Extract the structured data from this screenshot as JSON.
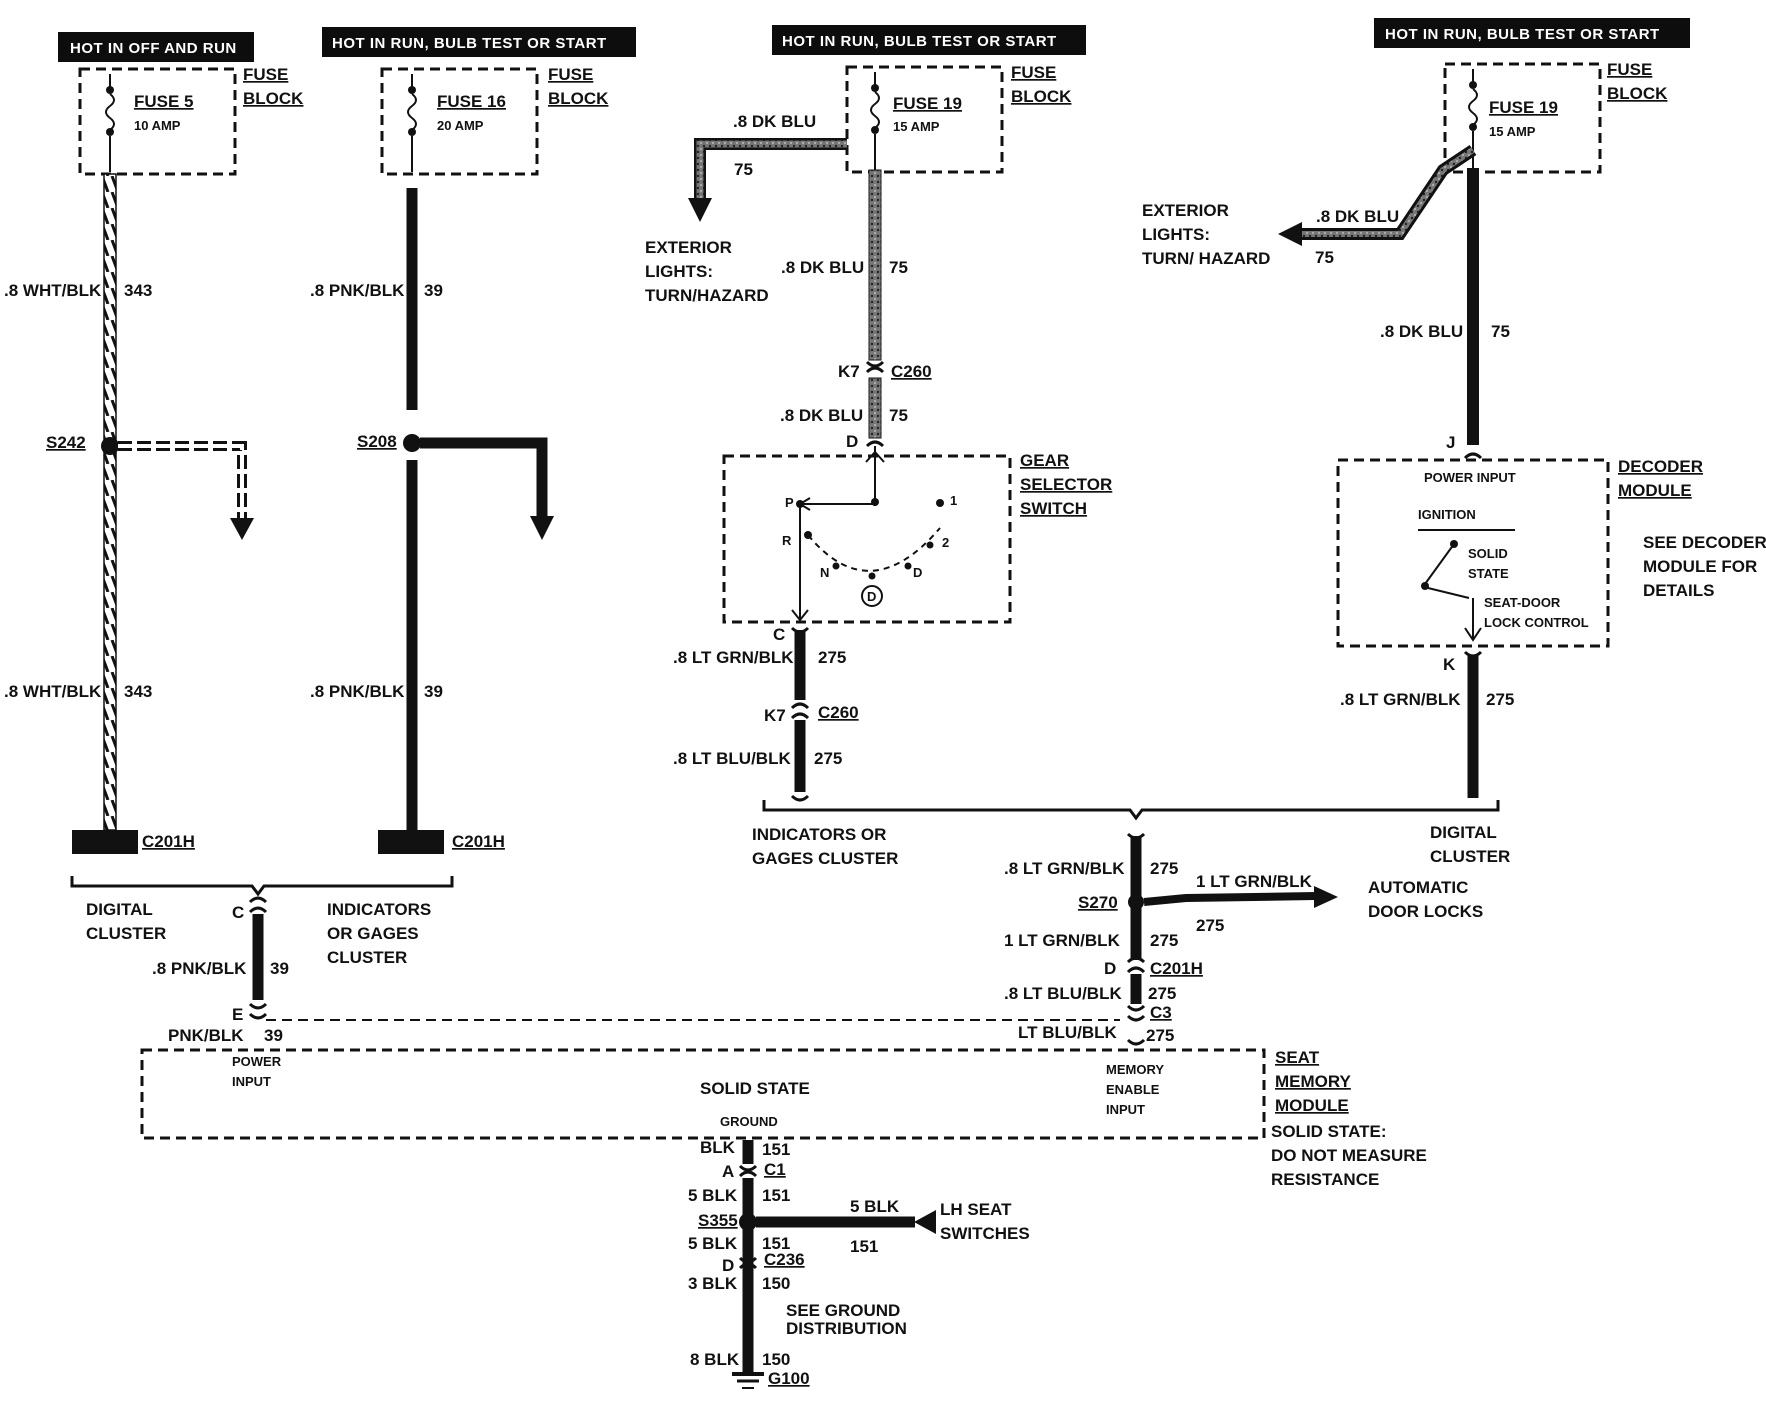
{
  "headers": {
    "h1": "HOT IN OFF AND RUN",
    "h2": "HOT IN RUN, BULB TEST OR START",
    "h3": "HOT IN RUN, BULB TEST OR START",
    "h4": "HOT IN RUN, BULB TEST OR START"
  },
  "fuses": {
    "f1_name": "FUSE 5",
    "f1_amp": "10 AMP",
    "f2_name": "FUSE 16",
    "f2_amp": "20 AMP",
    "f3_name": "FUSE 19",
    "f3_amp": "15 AMP",
    "f4_name": "FUSE 19",
    "f4_amp": "15 AMP",
    "block_line1": "FUSE",
    "block_line2": "BLOCK"
  },
  "col1": {
    "wire_top": ".8 WHT/BLK",
    "circuit_top": "343",
    "splice": "S242",
    "wire_bot": ".8 WHT/BLK",
    "circuit_bot": "343",
    "connector": "C201H"
  },
  "col2": {
    "wire_top": ".8 PNK/BLK",
    "circuit_top": "39",
    "splice": "S208",
    "wire_bot": ".8 PNK/BLK",
    "circuit_bot": "39",
    "connector": "C201H"
  },
  "bottom_left": {
    "digital_cluster_1": "DIGITAL",
    "digital_cluster_2": "CLUSTER",
    "pin_c": "C",
    "indicators_1": "INDICATORS",
    "indicators_2": "OR GAGES",
    "indicators_3": "CLUSTER",
    "wire": ".8 PNK/BLK",
    "circuit": "39",
    "pin_e": "E",
    "pwr_wire": "PNK/BLK",
    "pwr_circuit": "39"
  },
  "col3": {
    "branch_wire": ".8 DK BLU",
    "branch_circuit": "75",
    "ext1": "EXTERIOR",
    "ext2": "LIGHTS:",
    "ext3": "TURN/HAZARD",
    "wire1": ".8 DK BLU",
    "circuit1": "75",
    "k7": "K7",
    "c260": "C260",
    "wire2": ".8 DK BLU",
    "circuit2": "75",
    "pin_d": "D",
    "gear1": "GEAR",
    "gear2": "SELECTOR",
    "gear3": "SWITCH",
    "pos_p": "P",
    "pos_r": "R",
    "pos_n": "N",
    "pos_d": "D",
    "pos_d2": "D",
    "pos_2": "2",
    "pos_1": "1",
    "pin_c": "C",
    "wire3": ".8 LT GRN/BLK",
    "circuit3": "275",
    "k7b": "K7",
    "c260b": "C260",
    "wire4": ".8 LT BLU/BLK",
    "circuit4": "275",
    "ind1": "INDICATORS OR",
    "ind2": "GAGES CLUSTER"
  },
  "col4": {
    "ext1": "EXTERIOR",
    "ext2": "LIGHTS:",
    "ext3": "TURN/ HAZARD",
    "branch_wire": ".8 DK BLU",
    "branch_circuit": "75",
    "wire1": ".8 DK BLU",
    "circuit1": "75",
    "pin_j": "J",
    "power_input": "POWER INPUT",
    "ignition": "IGNITION",
    "solid": "SOLID",
    "state": "STATE",
    "seat_door": "SEAT-DOOR",
    "lock_control": "LOCK CONTROL",
    "decoder1": "DECODER",
    "decoder2": "MODULE",
    "see1": "SEE DECODER",
    "see2": "MODULE FOR",
    "see3": "DETAILS",
    "pin_k": "K",
    "wire2": ".8 LT GRN/BLK",
    "circuit2": "275",
    "digital1": "DIGITAL",
    "digital2": "CLUSTER"
  },
  "mid_right": {
    "wire1": ".8 LT GRN/BLK",
    "circuit1": "275",
    "splice": "S270",
    "branch_wire": "1 LT GRN/BLK",
    "branch_circuit": "275",
    "auto1": "AUTOMATIC",
    "auto2": "DOOR LOCKS",
    "wire2": "1 LT GRN/BLK",
    "circuit2": "275",
    "pin_d": "D",
    "c201h": "C201H",
    "wire3": ".8 LT BLU/BLK",
    "circuit3": "275",
    "c3": "C3",
    "wire4": "LT BLU/BLK",
    "circuit4": "275"
  },
  "seat_module": {
    "power1": "POWER",
    "power2": "INPUT",
    "solid": "SOLID STATE",
    "ground": "GROUND",
    "mem1": "MEMORY",
    "mem2": "ENABLE",
    "mem3": "INPUT",
    "title1": "SEAT",
    "title2": "MEMORY",
    "title3": "MODULE",
    "note1": "SOLID STATE:",
    "note2": "DO NOT MEASURE",
    "note3": "RESISTANCE"
  },
  "ground": {
    "w1": "BLK",
    "c1": "151",
    "pin_a": "A",
    "conn_c1": "C1",
    "w2": "5 BLK",
    "c2": "151",
    "splice": "S355",
    "lh_wire": "5 BLK",
    "lh_circuit": "151",
    "lh1": "LH SEAT",
    "lh2": "SWITCHES",
    "w3": "5 BLK",
    "c3": "151",
    "pin_d": "D",
    "conn_c236": "C236",
    "w4": "3 BLK",
    "c4": "150",
    "see1": "SEE GROUND",
    "see2": "DISTRIBUTION",
    "w5": "8 BLK",
    "c5": "150",
    "g100": "G100"
  }
}
